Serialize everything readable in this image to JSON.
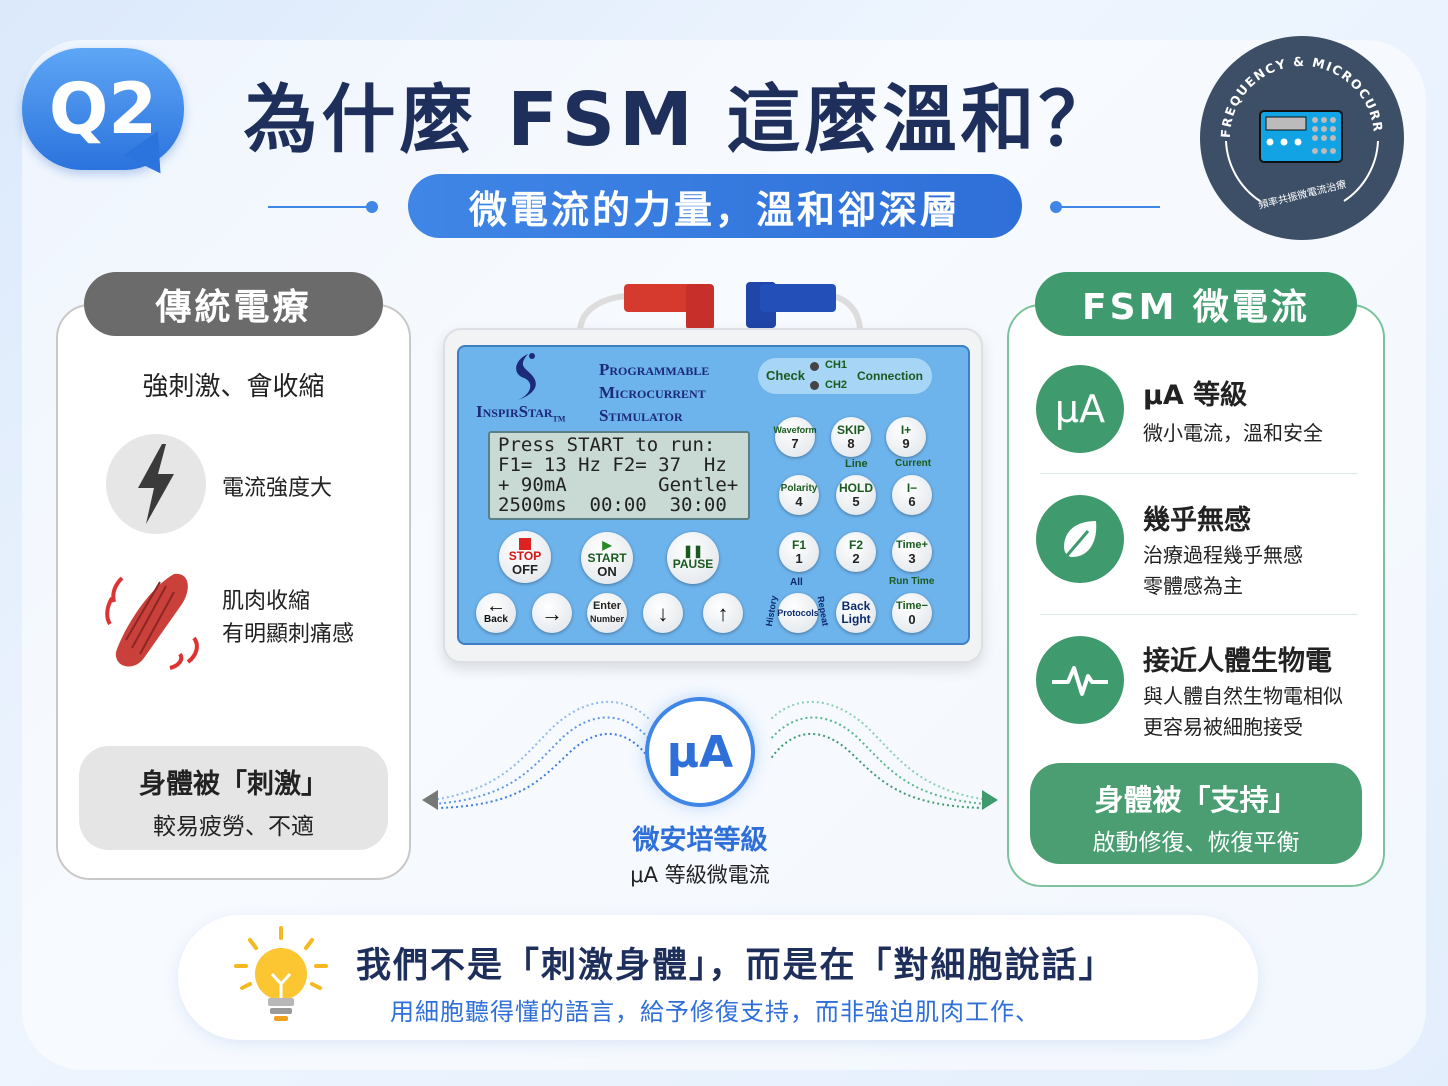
{
  "header": {
    "badge": "Q2",
    "title": "為什麼 FSM 這麼溫和？",
    "subtitle": "微電流的力量，溫和卻深層"
  },
  "logo_badge": {
    "arc_text": "FREQUENCY & MICROCURRENT",
    "bottom_text": "頻率共振微電流治療"
  },
  "left": {
    "title": "傳統電療",
    "tagline": "強刺激、會收縮",
    "item1": "電流強度大",
    "item2_line1": "肌肉收縮",
    "item2_line2": "有明顯刺痛感",
    "summary_title": "身體被「刺激」",
    "summary_sub": "較易疲勞、不適"
  },
  "right": {
    "title": "FSM 微電流",
    "items": [
      {
        "icon": "μA",
        "title": "μA 等級",
        "desc1": "微小電流，溫和安全"
      },
      {
        "title": "幾乎無感",
        "desc1": "治療過程幾乎無感",
        "desc2": "零體感為主"
      },
      {
        "title": "接近人體生物電",
        "desc1": "與人體自然生物電相似",
        "desc2": "更容易被細胞接受"
      }
    ],
    "summary_title": "身體被「支持」",
    "summary_sub": "啟動修復、恢復平衡"
  },
  "device": {
    "brand": "InspirStar",
    "tm": "TM",
    "name1": "Programmable",
    "name2": "Microcurrent",
    "name3": "Stimulator",
    "check": "Check",
    "ch1": "CH1",
    "ch2": "CH2",
    "connection": "Connection",
    "lcd": [
      "Press START to run:",
      "F1= 13 Hz F2= 37  Hz",
      "+ 90mA        Gentle+",
      "2500ms  00:00  30:00"
    ],
    "stop": "STOP",
    "off": "OFF",
    "start": "START",
    "on": "ON",
    "pause": "PAUSE",
    "back": "Back",
    "enter": "Enter",
    "number": "Number",
    "keys": {
      "waveform": "Waveform",
      "k7": "7",
      "skip": "SKIP",
      "k8": "8",
      "iplus": "I+",
      "k9": "9",
      "line": "Line",
      "current": "Current",
      "polarity": "Polarity",
      "k4": "4",
      "hold": "HOLD",
      "k5": "5",
      "iminus": "I−",
      "k6": "6",
      "f1": "F1",
      "k1": "1",
      "f2": "F2",
      "k2": "2",
      "timeplus": "Time+",
      "k3": "3",
      "runtime": "Run Time",
      "all": "All",
      "history": "History",
      "repeat": "Repeat",
      "protocols": "Protocols",
      "backl": "Back",
      "light": "Light",
      "timeminus": "Time−",
      "k0": "0"
    }
  },
  "center": {
    "unit": "μA",
    "label": "微安培等級",
    "sub": "μA 等級微電流"
  },
  "banner": {
    "main": "我們不是「刺激身體」，而是在「對細胞說話」",
    "sub": "用細胞聽得懂的語言，給予修復支持，而非強迫肌肉工作、"
  },
  "colors": {
    "blue": "#3f86e6",
    "navy": "#1f2f5c",
    "green": "#3f9a6e",
    "gray": "#6b6b6b"
  }
}
